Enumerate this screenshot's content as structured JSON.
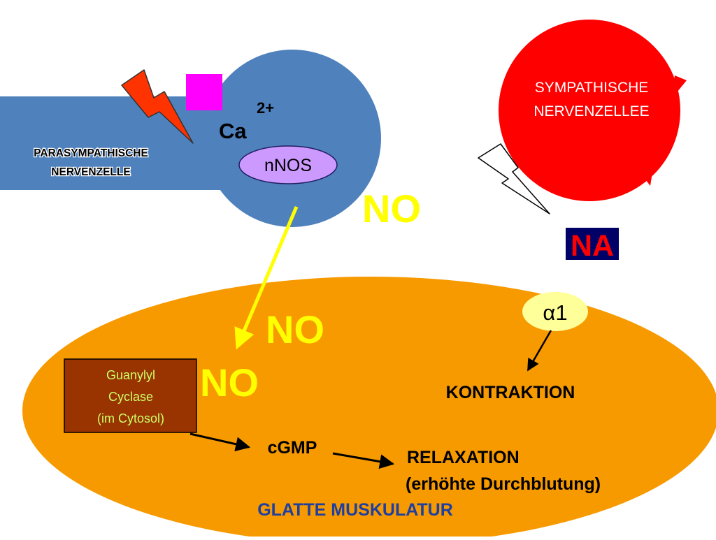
{
  "parasympathetic": {
    "label_line1": "PARASYMPATHISCHE",
    "label_line2": "NERVENZELLE",
    "ca_text": "Ca",
    "ca_superscript": "2+",
    "nnos_label": "nNOS",
    "no_label": "NO"
  },
  "sympathetic": {
    "label_line1": "SYMPATHISCHE",
    "label_line2": "NERVENZELLEE",
    "na_label": "NA"
  },
  "smooth_muscle": {
    "label": "GLATTE MUSKULATUR",
    "no_label_1": "NO",
    "no_label_2": "NO",
    "guanylyl_line1": "Guanylyl",
    "guanylyl_line2": "Cyclase",
    "guanylyl_line3": "(im Cytosol)",
    "cgmp_label": "cGMP",
    "relaxation_line1": "RELAXATION",
    "relaxation_line2": "(erhöhte Durchblutung)",
    "receptor_label": "α1",
    "kontraktion_label": "KONTRAKTION"
  },
  "icons": [
    "lightning-bolt-red-icon",
    "lightning-bolt-white-icon",
    "magenta-square-icon"
  ],
  "colors": {
    "parasympathetic_blue": "#4f81bd",
    "sympathetic_red": "#ff0000",
    "muscle_orange": "#f79a00",
    "no_yellow": "#ffff00",
    "nnos_purple": "#cc99ff",
    "guanylyl_brown": "#993300",
    "guanylyl_text": "#ccff66",
    "magenta": "#ff00ff",
    "na_box_bg": "#000066",
    "muscle_label_blue": "#1f3fa0",
    "receptor_yellow": "#ffff99"
  }
}
